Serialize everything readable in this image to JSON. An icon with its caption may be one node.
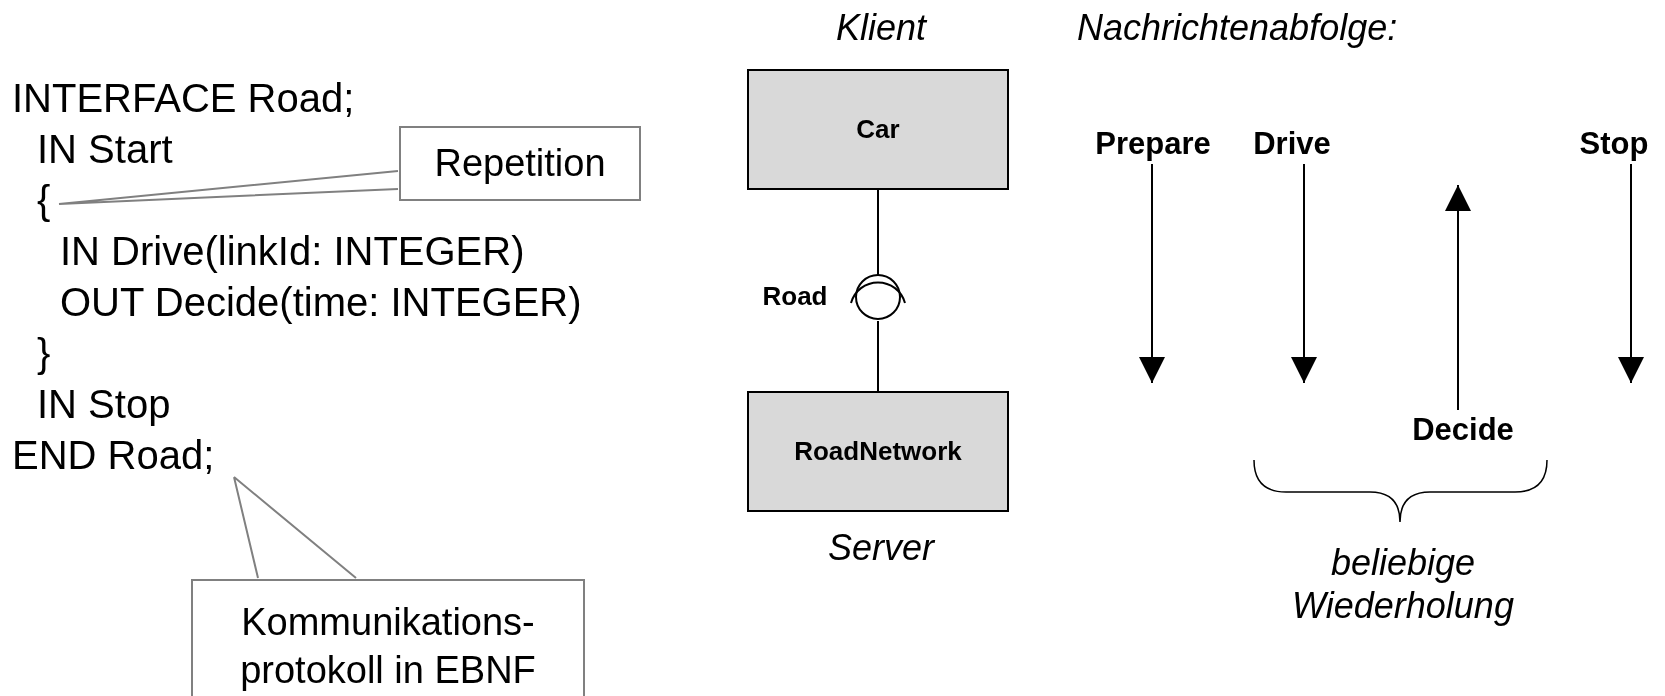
{
  "diagram": {
    "nodes": [
      {
        "text": [
          "Car"
        ],
        "beside": [
          "Klient"
        ]
      },
      {
        "text": [],
        "shape": "circle",
        "beside": [
          "Road"
        ]
      },
      {
        "text": [
          "RoadNetwork"
        ],
        "beside": [
          "Server"
        ]
      },
      {
        "text": [
          "Repetition"
        ]
      },
      {
        "text": [
          "Kommunikations- protokoll in EBNF"
        ]
      },
      {
        "text": [
          "Prepare"
        ]
      },
      {
        "text": [
          "Drive"
        ]
      },
      {
        "text": [
          "Stop"
        ]
      },
      {
        "text": [
          "Decide"
        ]
      }
    ],
    "edges": [
      {
        "from": 0,
        "to": 1,
        "arrow": "none"
      },
      {
        "from": 1,
        "to": 2,
        "arrow": "none"
      },
      {
        "from": 3,
        "to": null,
        "arrow": "none",
        "color": "#808080"
      },
      {
        "from": 4,
        "to": null,
        "arrow": "none",
        "color": "#808080"
      },
      {
        "from": 5,
        "to": null,
        "arrow": "to"
      },
      {
        "from": 6,
        "to": null,
        "arrow": "to"
      },
      {
        "from": 7,
        "to": null,
        "arrow": "to"
      },
      {
        "from": 8,
        "to": null,
        "arrow": "to"
      }
    ],
    "labels": [
      "Nachrichtenabfolge:",
      "INTERFACE Road;",
      "IN Start",
      "{",
      "IN Drive(linkId: INTEGER)",
      "OUT Decide(time: INTEGER)",
      "}",
      "IN Stop",
      "END Road;",
      "beliebige Wiederholung"
    ]
  }
}
